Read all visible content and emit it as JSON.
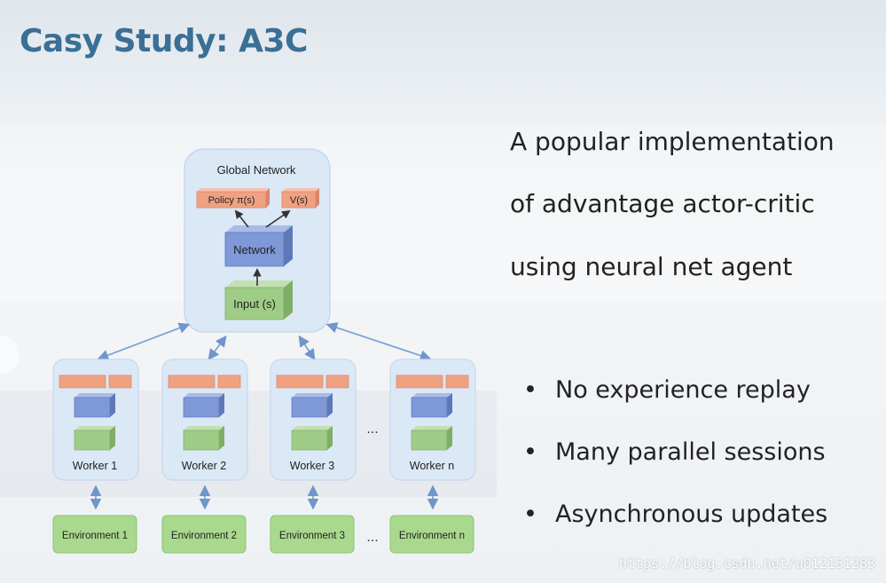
{
  "slide": {
    "title": "Casy Study: A3C"
  },
  "description": {
    "lines": [
      "A popular implementation",
      "of advantage actor-critic",
      "using neural net agent"
    ]
  },
  "bullets": [
    "No experience replay",
    "Many parallel sessions",
    "Asynchronous updates"
  ],
  "diagram": {
    "global_label": "Global Network",
    "policy_label": "Policy π(s)",
    "value_label": "V(s)",
    "network_label": "Network",
    "input_label": "Input (s)",
    "workers": [
      "Worker 1",
      "Worker 2",
      "Worker 3",
      "Worker n"
    ],
    "environments": [
      "Environment 1",
      "Environment 2",
      "Environment 3",
      "Environment n"
    ],
    "ellipsis": "...",
    "colors": {
      "panel": "#dbe8f6",
      "output": "#f0a182",
      "network": "#7f98d8",
      "input": "#9fcc86",
      "environment": "#a9d98e",
      "arrow": "#7fa4d4"
    }
  },
  "watermark": "https://blog.csdn.net/u012151283"
}
